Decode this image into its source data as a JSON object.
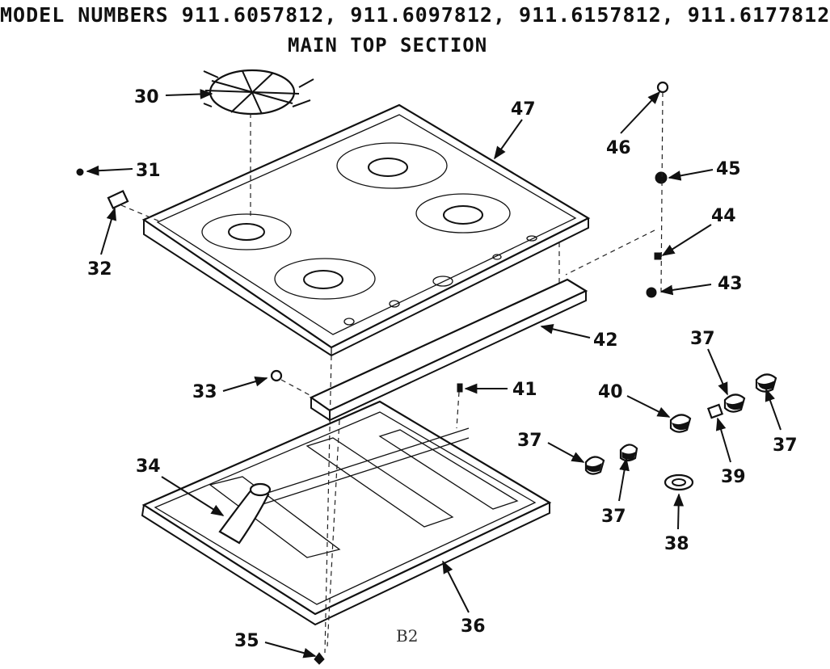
{
  "header": {
    "model_numbers": "MODEL NUMBERS 911.6057812, 911.6097812, 911.6157812, 911.6177812",
    "section_title": "MAIN TOP SECTION"
  },
  "page_code": "B2",
  "callouts": {
    "p30": "30",
    "p31": "31",
    "p32": "32",
    "p33": "33",
    "p34": "34",
    "p35": "35",
    "p36": "36",
    "p37a": "37",
    "p37b": "37",
    "p37c": "37",
    "p37d": "37",
    "p38": "38",
    "p39": "39",
    "p40": "40",
    "p41": "41",
    "p42": "42",
    "p43": "43",
    "p44": "44",
    "p45": "45",
    "p46": "46",
    "p47": "47"
  }
}
